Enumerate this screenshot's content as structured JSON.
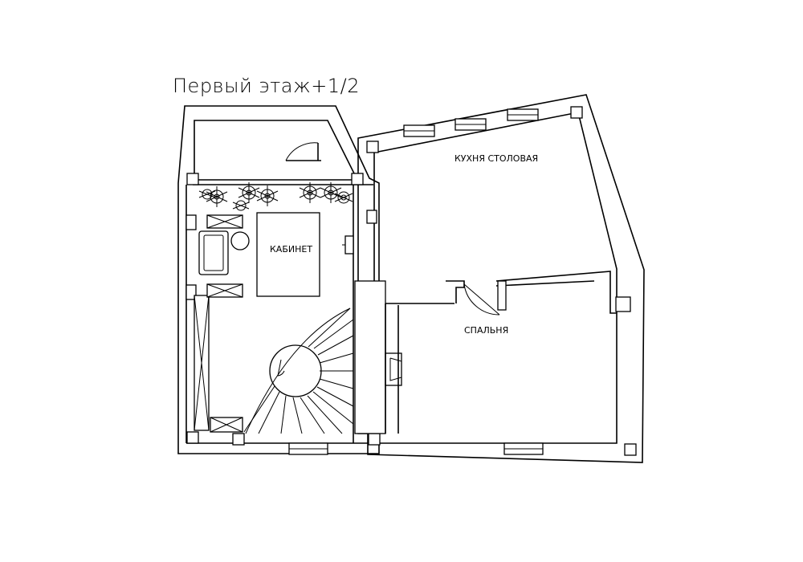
{
  "drawing": {
    "title": "Первый этаж+1/2",
    "rooms": {
      "kitchen": "КУХНЯ  СТОЛОВАЯ",
      "office": "КАБИНЕТ",
      "bedroom": "СПАЛЬНЯ"
    }
  },
  "colors": {
    "line": "#000000",
    "background": "#ffffff"
  }
}
